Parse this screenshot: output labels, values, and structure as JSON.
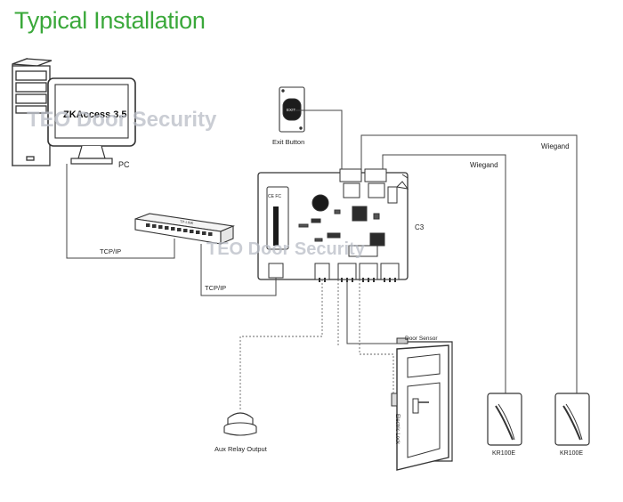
{
  "title": "Typical Installation",
  "colors": {
    "title": "#3aa83a",
    "line": "#333333",
    "watermark": "#b9bdc6"
  },
  "pc": {
    "screen_text": "ZKAccess 3.5",
    "label": "PC"
  },
  "watermark": "TEO Door Security",
  "exit_button": {
    "label": "Exit Button",
    "face_text": "EXIT"
  },
  "switch": {
    "brand": "TP-LINK"
  },
  "links": {
    "pc_switch": "TCP/IP",
    "switch_panel": "TCP/IP",
    "reader1": "Wiegand",
    "reader2": "Wiegand"
  },
  "panel": {
    "label": "C3",
    "fc_mark": "CE FC"
  },
  "door": {
    "sensor_label": "Door Sensor",
    "lock_label": "Electric Lock"
  },
  "aux": {
    "label": "Aux Relay Output"
  },
  "readers": [
    {
      "label": "KR100E"
    },
    {
      "label": "KR100E"
    }
  ]
}
